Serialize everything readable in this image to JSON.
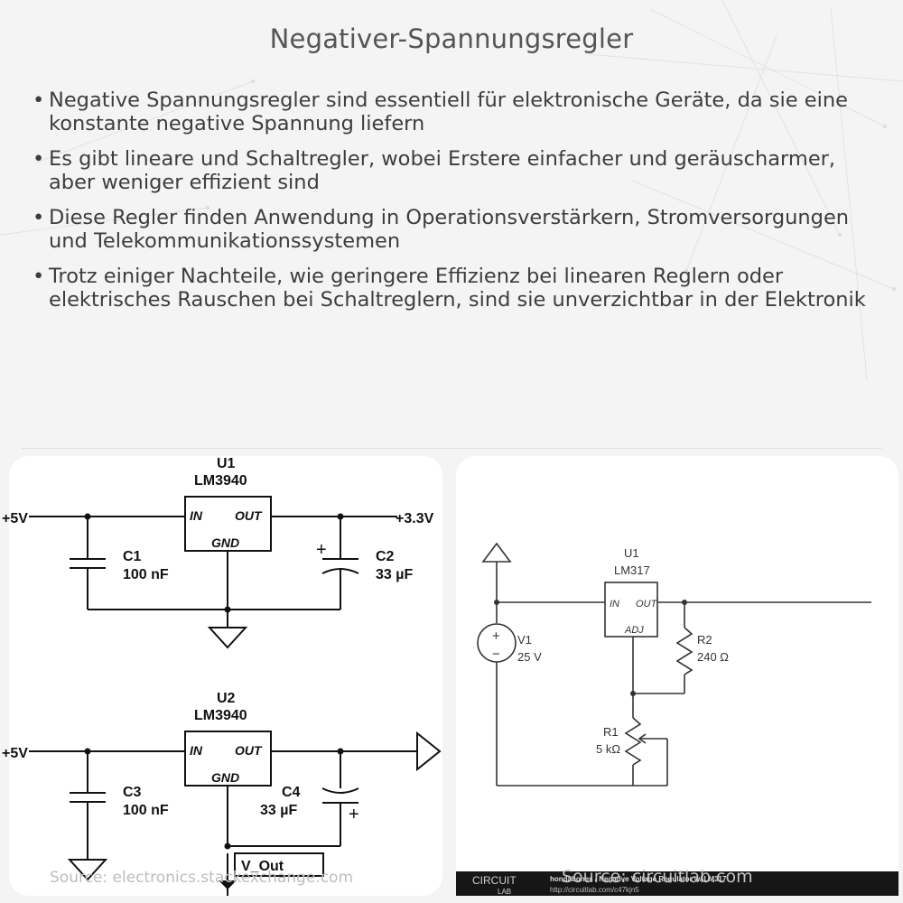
{
  "page": {
    "title": "Negativer-Spannungsregler",
    "bullets": [
      "Negative Spannungsregler sind essentiell für elektronische Geräte, da sie eine konstante negative Spannung liefern",
      "Es gibt lineare und Schaltregler, wobei Erstere einfacher und geräuscharmer, aber weniger effizient sind",
      "Diese Regler finden Anwendung in Operationsverstärkern, Stromversorgungen und Telekommunikationssystemen",
      "Trotz einiger Nachteile, wie geringere Effizienz bei linearen Reglern oder elektrisches Rauschen bei Schaltreglern, sind sie unverzichtbar in der Elektronik"
    ],
    "bullet_char": "•",
    "source": "Source: electronics.stackexchange.com",
    "watermark": "Source: circuitlab.com"
  },
  "left_schematic": {
    "u1_ref": "U1",
    "u1_part": "LM3940",
    "u1_in": "IN",
    "u1_out": "OUT",
    "u1_gnd": "GND",
    "u1_input_voltage": "+5V",
    "u1_output_voltage": "+3.3V",
    "c1_ref": "C1",
    "c1_value": "100 nF",
    "c2_ref": "C2",
    "c2_value": "33 µF",
    "c2_polarity": "+",
    "u2_ref": "U2",
    "u2_part": "LM3940",
    "u2_in": "IN",
    "u2_out": "OUT",
    "u2_gnd": "GND",
    "u2_input_voltage": "+5V",
    "c3_ref": "C3",
    "c3_value": "100 nF",
    "c4_ref": "C4",
    "c4_value": "33 µF",
    "c4_polarity": "+",
    "output_label": "V_Out"
  },
  "right_schematic": {
    "u1_ref": "U1",
    "u1_part": "LM317",
    "u1_in": "IN",
    "u1_out": "OUT",
    "u1_adj": "ADJ",
    "v1_ref": "V1",
    "v1_value": "25 V",
    "v1_plus": "+",
    "v1_minus": "−",
    "r2_ref": "R2",
    "r2_value": "240 Ω",
    "r1_ref": "R1",
    "r1_value": "5 kΩ",
    "footer_logo_top": "CIRCUIT",
    "footer_logo_bottom": "LAB",
    "footer_title": "hondabones / Negative Voltage Regulator w/ LM317",
    "footer_url": "http://circuitlab.com/c47kjn5"
  }
}
